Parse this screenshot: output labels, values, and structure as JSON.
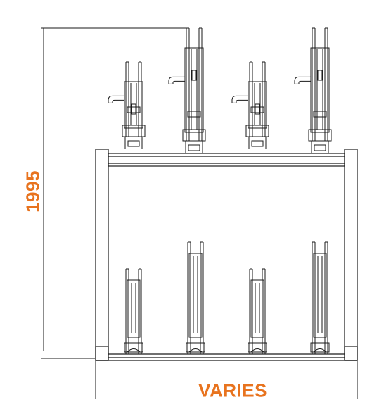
{
  "dimensions": {
    "height": "1995",
    "width": "VARIES"
  },
  "colors": {
    "line": "#1a1a1a",
    "dimension_text": "#e8731e"
  },
  "rack": {
    "upper_tier_slots": 4,
    "lower_tier_slots": 4
  }
}
